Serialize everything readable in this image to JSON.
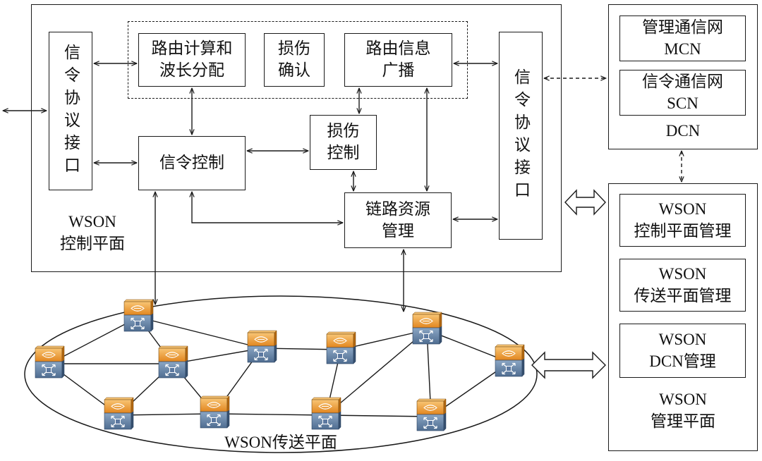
{
  "control_plane": {
    "label": "WSON\n控制平面",
    "left_interface": "信令协议接口",
    "right_interface": "信令协议接口",
    "route_computation": "路由计算和\n波长分配",
    "impairment_validation": "损伤\n确认",
    "route_info_broadcast": "路由信息\n广播",
    "signaling_control": "信令控制",
    "impairment_control": "损伤\n控制",
    "link_resource_management": "链路资源\n管理"
  },
  "dcn": {
    "label": "DCN",
    "mcn": "管理通信网\nMCN",
    "scn": "信令通信网\nSCN"
  },
  "management_plane": {
    "label": "WSON\n管理平面",
    "control_plane_mgmt": "WSON\n控制平面管理",
    "transport_plane_mgmt": "WSON\n传送平面管理",
    "dcn_mgmt": "WSON\nDCN管理"
  },
  "transport_plane": {
    "label": "WSON传送平面"
  },
  "icons": {
    "network_node": "optical-switch-node-icon",
    "arrowhead": "arrowhead-icon"
  },
  "colors": {
    "line": "#1a1a1a",
    "node_top_light": "#f8c575",
    "node_top_dark": "#e2861f",
    "node_top_side": "#b5680f",
    "node_bottom_light": "#8ba6c4",
    "node_bottom_dark": "#4f6d91",
    "node_bottom_side": "#36506f"
  }
}
